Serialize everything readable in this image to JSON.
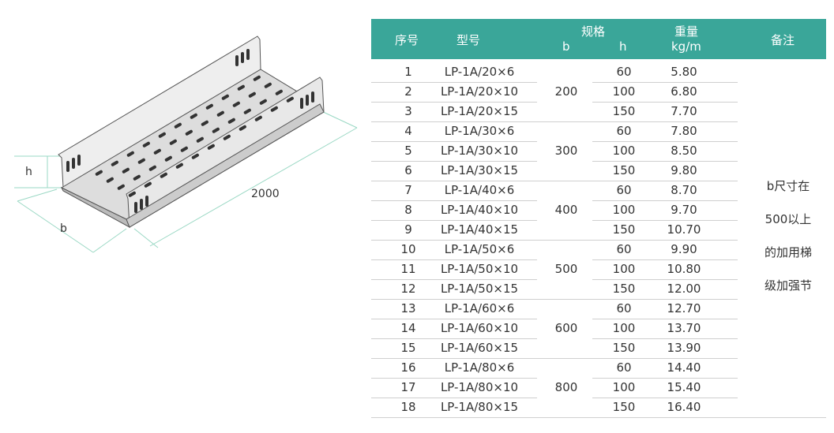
{
  "diagram": {
    "label_h": "h",
    "label_b": "b",
    "label_length": "2000"
  },
  "table": {
    "headers": {
      "index": "序号",
      "model": "型号",
      "spec": "规格",
      "spec_b": "b",
      "spec_h": "h",
      "weight": "重量",
      "weight_unit": "kg/m",
      "remark": "备注"
    },
    "rows": [
      {
        "no": "1",
        "model": "LP-1A/20×6",
        "h": "60",
        "weight": "5.80"
      },
      {
        "no": "2",
        "model": "LP-1A/20×10",
        "h": "100",
        "weight": "6.80"
      },
      {
        "no": "3",
        "model": "LP-1A/20×15",
        "h": "150",
        "weight": "7.70"
      },
      {
        "no": "4",
        "model": "LP-1A/30×6",
        "h": "60",
        "weight": "7.80"
      },
      {
        "no": "5",
        "model": "LP-1A/30×10",
        "h": "100",
        "weight": "8.50"
      },
      {
        "no": "6",
        "model": "LP-1A/30×15",
        "h": "150",
        "weight": "9.80"
      },
      {
        "no": "7",
        "model": "LP-1A/40×6",
        "h": "60",
        "weight": "8.70"
      },
      {
        "no": "8",
        "model": "LP-1A/40×10",
        "h": "100",
        "weight": "9.70"
      },
      {
        "no": "9",
        "model": "LP-1A/40×15",
        "h": "150",
        "weight": "10.70"
      },
      {
        "no": "10",
        "model": "LP-1A/50×6",
        "h": "60",
        "weight": "9.90"
      },
      {
        "no": "11",
        "model": "LP-1A/50×10",
        "h": "100",
        "weight": "10.80"
      },
      {
        "no": "12",
        "model": "LP-1A/50×15",
        "h": "150",
        "weight": "12.00"
      },
      {
        "no": "13",
        "model": "LP-1A/60×6",
        "h": "60",
        "weight": "12.70"
      },
      {
        "no": "14",
        "model": "LP-1A/60×10",
        "h": "100",
        "weight": "13.70"
      },
      {
        "no": "15",
        "model": "LP-1A/60×15",
        "h": "150",
        "weight": "13.90"
      },
      {
        "no": "16",
        "model": "LP-1A/80×6",
        "h": "60",
        "weight": "14.40"
      },
      {
        "no": "17",
        "model": "LP-1A/80×10",
        "h": "100",
        "weight": "15.40"
      },
      {
        "no": "18",
        "model": "LP-1A/80×15",
        "h": "150",
        "weight": "16.40"
      }
    ],
    "b_groups": [
      "200",
      "300",
      "400",
      "500",
      "600",
      "800"
    ],
    "remark_lines": [
      "b尺寸在",
      "500以上",
      "的加用梯",
      "级加强节"
    ]
  },
  "colors": {
    "header_bg": "#3aa699",
    "header_text": "#ffffff",
    "grid_line": "#cfcfcf",
    "dimension_line": "#9ad8c4"
  }
}
